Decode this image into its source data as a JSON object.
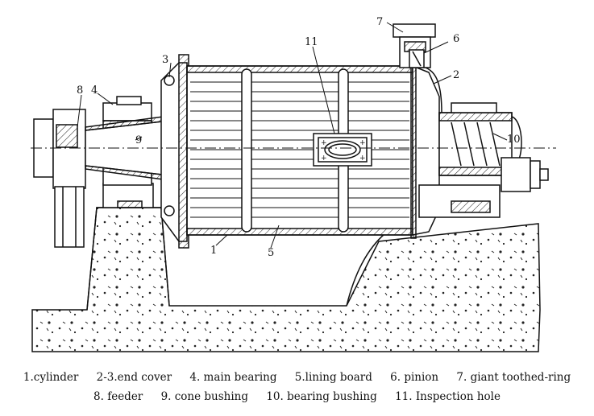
{
  "callouts": {
    "n1": "1",
    "n2": "2",
    "n3": "3",
    "n4": "4",
    "n5": "5",
    "n6": "6",
    "n7": "7",
    "n8": "8",
    "n9": "9",
    "n10": "10",
    "n11": "11"
  },
  "legend": {
    "row1": [
      "1.cylinder",
      "2-3.end cover",
      "4. main bearing",
      "5.lining board",
      "6. pinion",
      "7. giant toothed-ring"
    ],
    "row2": [
      "8. feeder",
      "9. cone bushing",
      "10. bearing bushing",
      "11. Inspection hole"
    ]
  }
}
